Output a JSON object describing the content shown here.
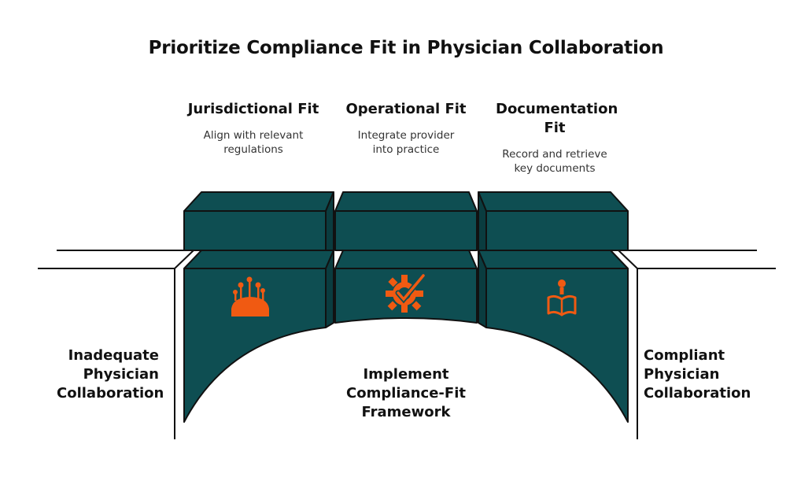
{
  "title": "Prioritize Compliance Fit in Physician Collaboration",
  "blocks": [
    {
      "heading": "Jurisdictional Fit",
      "description": "Align with relevant regulations",
      "icon": "hand-pins-icon"
    },
    {
      "heading": "Operational Fit",
      "description": "Integrate provider into practice",
      "icon": "gear-check-icon"
    },
    {
      "heading": "Documentation Fit",
      "description": "Record and retrieve key documents",
      "icon": "person-reading-icon"
    }
  ],
  "left_label": "Inadequate Physician Collaboration",
  "right_label": "Compliant Physician Collaboration",
  "center_label": "Implement Compliance-Fit Framework",
  "colors": {
    "block_fill": "#0e4e52",
    "icon_accent": "#f05a12",
    "outline": "#111111"
  }
}
